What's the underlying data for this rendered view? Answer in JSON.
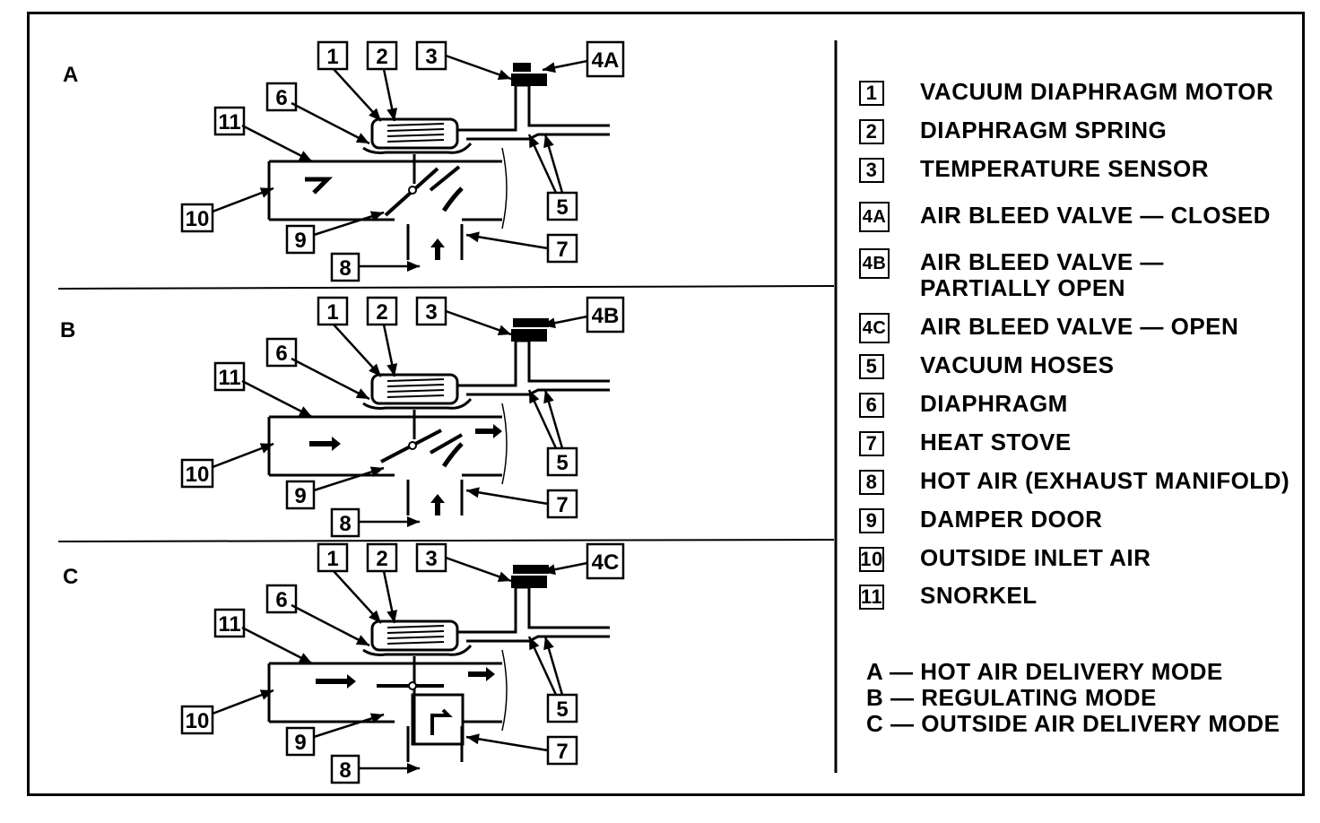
{
  "panels": [
    {
      "letter": "A",
      "valve_label": "4A"
    },
    {
      "letter": "B",
      "valve_label": "4B"
    },
    {
      "letter": "C",
      "valve_label": "4C"
    }
  ],
  "callouts": [
    "1",
    "2",
    "3",
    "6",
    "11",
    "10",
    "9",
    "8",
    "7",
    "5"
  ],
  "legend": [
    {
      "key": "1",
      "text": "VACUUM DIAPHRAGM MOTOR"
    },
    {
      "key": "2",
      "text": "DIAPHRAGM SPRING"
    },
    {
      "key": "3",
      "text": "TEMPERATURE SENSOR"
    },
    {
      "key": "4A",
      "text": "AIR BLEED VALVE — CLOSED"
    },
    {
      "key": "4B",
      "text": "AIR BLEED VALVE —",
      "text2": "PARTIALLY OPEN"
    },
    {
      "key": "4C",
      "text": "AIR BLEED VALVE — OPEN"
    },
    {
      "key": "5",
      "text": "VACUUM HOSES"
    },
    {
      "key": "6",
      "text": "DIAPHRAGM"
    },
    {
      "key": "7",
      "text": "HEAT STOVE"
    },
    {
      "key": "8",
      "text": "HOT AIR (EXHAUST MANIFOLD)"
    },
    {
      "key": "9",
      "text": "DAMPER DOOR"
    },
    {
      "key": "10",
      "text": "OUTSIDE INLET AIR"
    },
    {
      "key": "11",
      "text": "SNORKEL"
    }
  ],
  "modes": [
    "A — HOT AIR DELIVERY MODE",
    "B — REGULATING MODE",
    "C — OUTSIDE AIR DELIVERY MODE"
  ]
}
